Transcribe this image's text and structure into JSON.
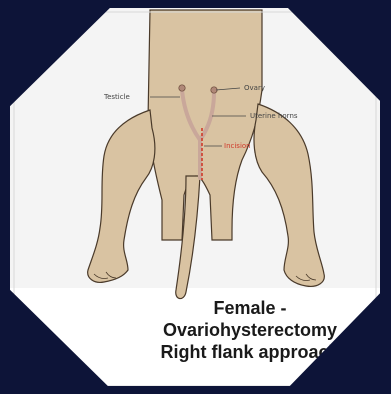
{
  "diagram": {
    "labels": {
      "testicle": "Testicle",
      "ovary": "Ovary",
      "uterine_horns": "Uterine horns",
      "incision": "Incision"
    },
    "caption": {
      "line1": "Female -",
      "line2": "Ovariohysterectomy",
      "line3": "Right flank approach"
    }
  },
  "colors": {
    "background_frame": "#0d1438",
    "panel": "#ffffff",
    "body_fill": "#d9c3a2",
    "body_outline": "#4a3a2a",
    "uterus": "#c9a79a",
    "incision_red": "#d03a2a"
  }
}
